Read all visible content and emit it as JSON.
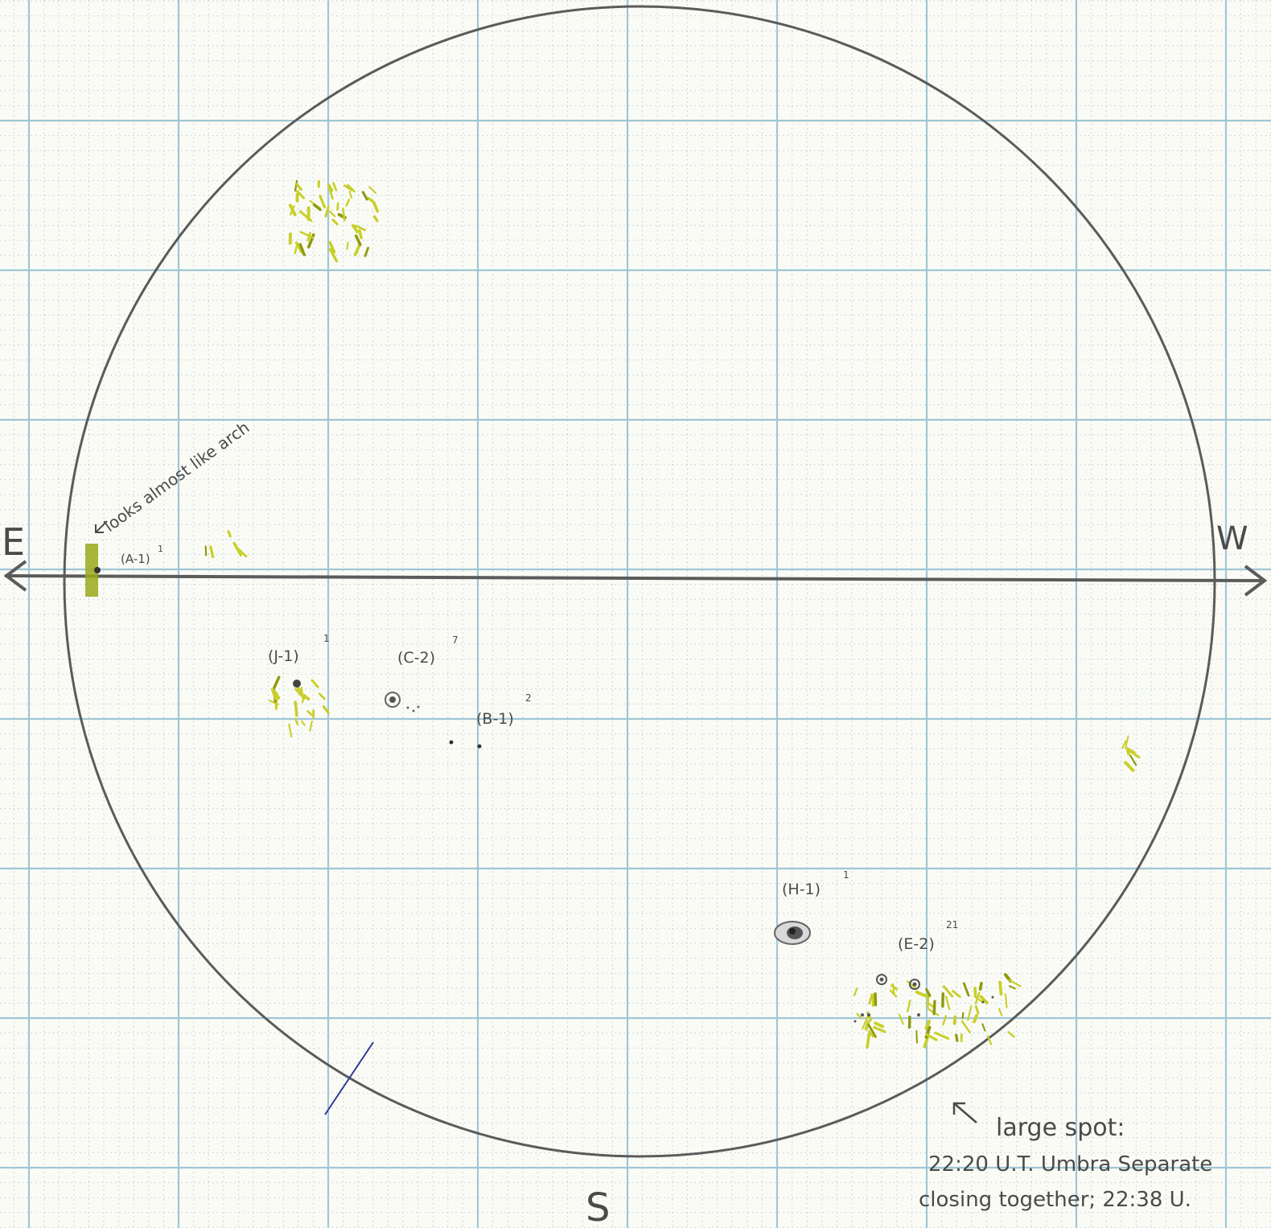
{
  "directions": {
    "east": "E",
    "west": "W",
    "south": "S"
  },
  "spots": [
    {
      "id": "A",
      "label": "(A-1)",
      "count": "1"
    },
    {
      "id": "J",
      "label": "(J-1)",
      "count": "1"
    },
    {
      "id": "C",
      "label": "(C-2)",
      "count": "7"
    },
    {
      "id": "B",
      "label": "(B-1)",
      "count": "2"
    },
    {
      "id": "H",
      "label": "(H-1)",
      "count": "1"
    },
    {
      "id": "E",
      "label": "(E-2)",
      "count": "21"
    }
  ],
  "notes": {
    "arch": "looks almost like arch",
    "large_spot_title": "large spot:",
    "line1": "22:20 U.T. Umbra Separate",
    "line2": "closing together; 22:38 U."
  },
  "colors": {
    "grid": "#9fc6d6",
    "pencil": "#555555",
    "facula": "#c8cf2a",
    "facula_dark": "#8f9a12",
    "pen": "#2a3a9a"
  }
}
